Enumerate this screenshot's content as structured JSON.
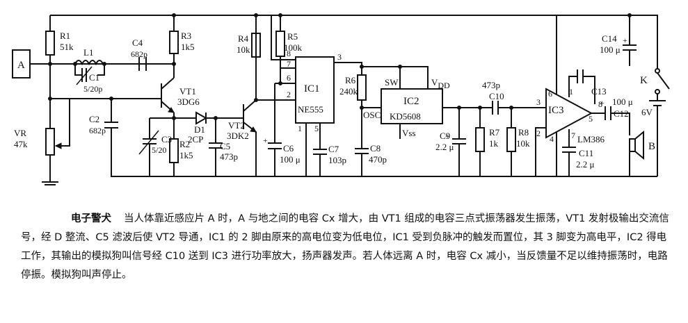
{
  "labels": {
    "terminal_a": "A",
    "r1": "R1",
    "r1_val": "51k",
    "l1": "L1",
    "c1": "C1",
    "c1_val": "5/20p",
    "c4": "C4",
    "c4_val": "682p",
    "r3": "R3",
    "r3_val": "1k5",
    "vt1": "VT1",
    "vt1_type": "3DG6",
    "c2": "C2",
    "c2_val": "682p",
    "vr": "VR",
    "vr_val": "47k",
    "c3": "C3",
    "c3_val": "5/20",
    "r2": "R2",
    "r2_val": "1k5",
    "d1": "D1",
    "d1_type": "2CP",
    "c5": "C5",
    "c5_val": "473p",
    "vt2": "VT2",
    "vt2_type": "3DK2",
    "r4": "R4",
    "r4_val": "10k",
    "r5": "R5",
    "r5_val": "100k",
    "ic1": "IC1",
    "ic1_type": "NE555",
    "ic1_pin8": "8",
    "ic1_pin7": "7",
    "ic1_pin6": "6",
    "ic1_pin2": "2",
    "ic1_pin3": "3",
    "ic1_pin1": "1",
    "ic1_pin5": "5",
    "c6": "C6",
    "c6_val": "100 μ",
    "c7": "C7",
    "c7_val": "103p",
    "r6": "R6",
    "r6_val": "240k",
    "c8": "C8",
    "c8_val": "470p",
    "ic2": "IC2",
    "ic2_type": "KD5608",
    "sw": "SW",
    "vdd": "V",
    "vdd_sub": "DD",
    "osc": "OSC",
    "vss": "Vss",
    "c9": "C9",
    "c9_val": "2.2 μ",
    "c10": "C10",
    "c10_val": "473p",
    "r7": "R7",
    "r7_val": "1k",
    "r8": "R8",
    "r8_val": "10k",
    "ic3": "IC3",
    "ic3_type": "LM386",
    "ic3_pin6": "6",
    "ic3_pin3": "3",
    "ic3_pin2": "2",
    "ic3_pin4": "4",
    "ic3_pin5": "5",
    "ic3_pin8": "8",
    "ic3_pin1": "1",
    "ic3_pin7": "7",
    "c13": "C13",
    "c12": "C12",
    "c12_val": "100 μ",
    "c11": "C11",
    "c11_val": "2.2 μ",
    "c14": "C14",
    "c14_val": "100 μ",
    "k": "K",
    "bat_val": "6V",
    "b": "B",
    "plus": "+"
  },
  "description": {
    "title": "电子警犬",
    "body": "当人体靠近感应片 A 时，A 与地之间的电容 Cx 增大，由 VT1 组成的电容三点式振荡器发生振荡，VT1 发射极输出交流信号，经 D 整流、C5 滤波后使 VT2 导通，IC1 的 2 脚由原来的高电位变为低电位，IC1 受到负脉冲的触发而置位，其 3 脚变为高电平，IC2 得电工作，其输出的模拟狗叫信号经 C10 送到 IC3 进行功率放大，扬声器发声。若人体远离 A 时，电容 Cx 减小，当反馈量不足以维持振荡时，电路停振。模拟狗叫声停止。"
  }
}
